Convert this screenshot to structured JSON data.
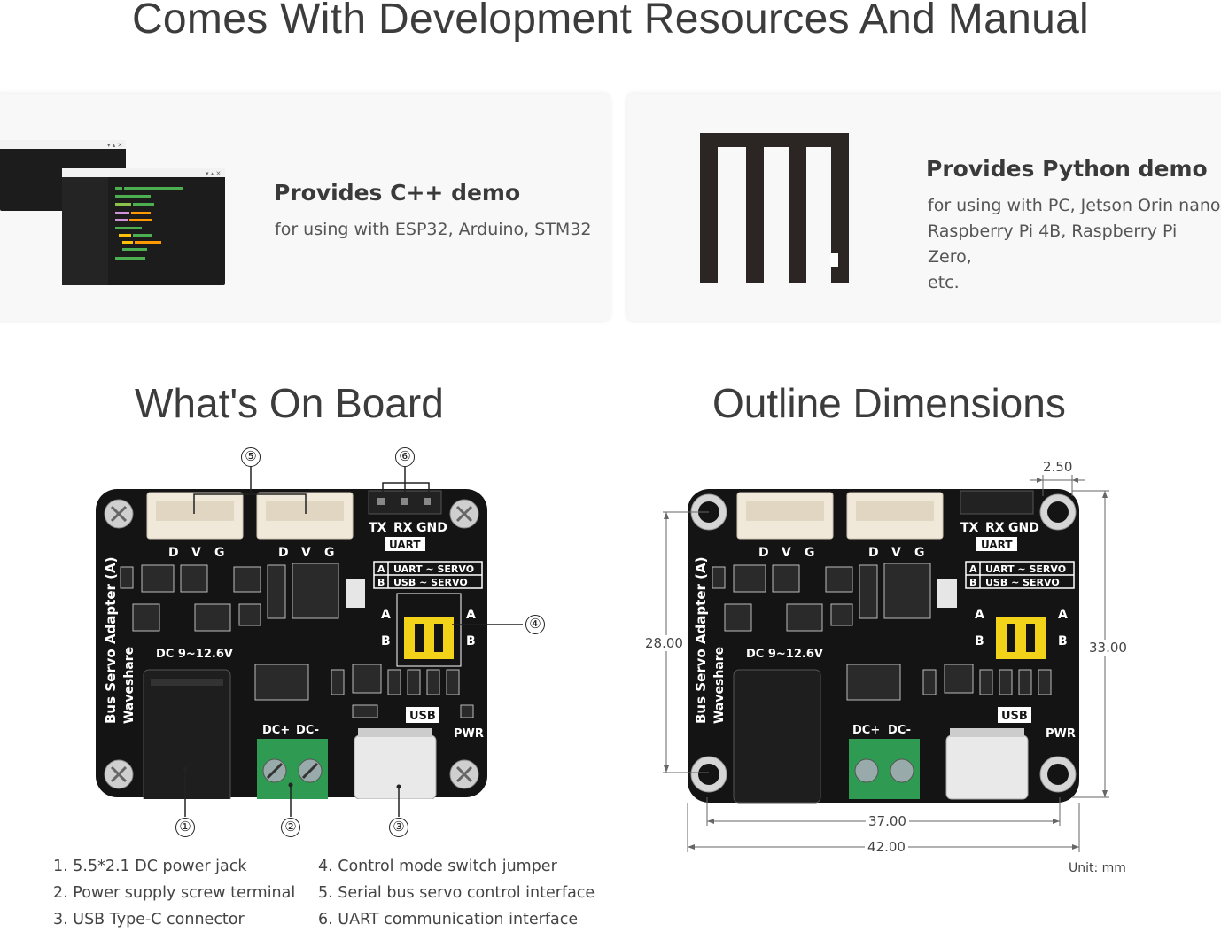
{
  "header": {
    "title": "Comes With Development Resources And Manual"
  },
  "cards": {
    "cpp": {
      "title": "Provides C++ demo",
      "text": "for using with ESP32, Arduino, STM32",
      "icon": "code-editor-icon"
    },
    "python": {
      "title": "Provides Python demo",
      "lines": [
        "for using with PC, Jetson Orin nano,",
        "Raspberry Pi 4B, Raspberry Pi Zero,",
        "etc."
      ],
      "icon": "micropython-logo-icon"
    }
  },
  "board_section": {
    "title": "What's On Board",
    "callouts": [
      "①",
      "②",
      "③",
      "④",
      "⑤",
      "⑥"
    ],
    "silkscreen": {
      "connector_pins": [
        "D",
        "V",
        "G"
      ],
      "uart_pins": [
        "TX",
        "RX",
        "GND"
      ],
      "uart_label": "UART",
      "mode_a": "A",
      "mode_b": "B",
      "mode_a_text": "UART ~ SERVO",
      "mode_b_text": "USB ~ SERVO",
      "product_name": "Bus Servo Adapter (A)",
      "brand": "Waveshare",
      "power_input": "DC 9~12.6V",
      "dc_plus": "DC+",
      "dc_minus": "DC-",
      "usb_label": "USB",
      "pwr_label": "PWR"
    },
    "legend_left": [
      "1. 5.5*2.1 DC power jack",
      "2. Power supply screw terminal",
      "3. USB Type-C connector"
    ],
    "legend_right": [
      "4. Control mode switch jumper",
      "5. Serial bus servo control interface",
      "6. UART communication interface"
    ]
  },
  "dimensions_section": {
    "title": "Outline Dimensions",
    "values": {
      "hole_offset": "2.50",
      "hole_spacing_height": "28.00",
      "board_height": "33.00",
      "hole_spacing_width": "37.00",
      "board_width": "42.00"
    },
    "unit": "Unit: mm"
  },
  "colors": {
    "pcb": "#141414",
    "connector": "#f0e8d8",
    "terminal": "#2f9a52",
    "jumper": "#f3d21a",
    "text": "#3c3c3c"
  }
}
